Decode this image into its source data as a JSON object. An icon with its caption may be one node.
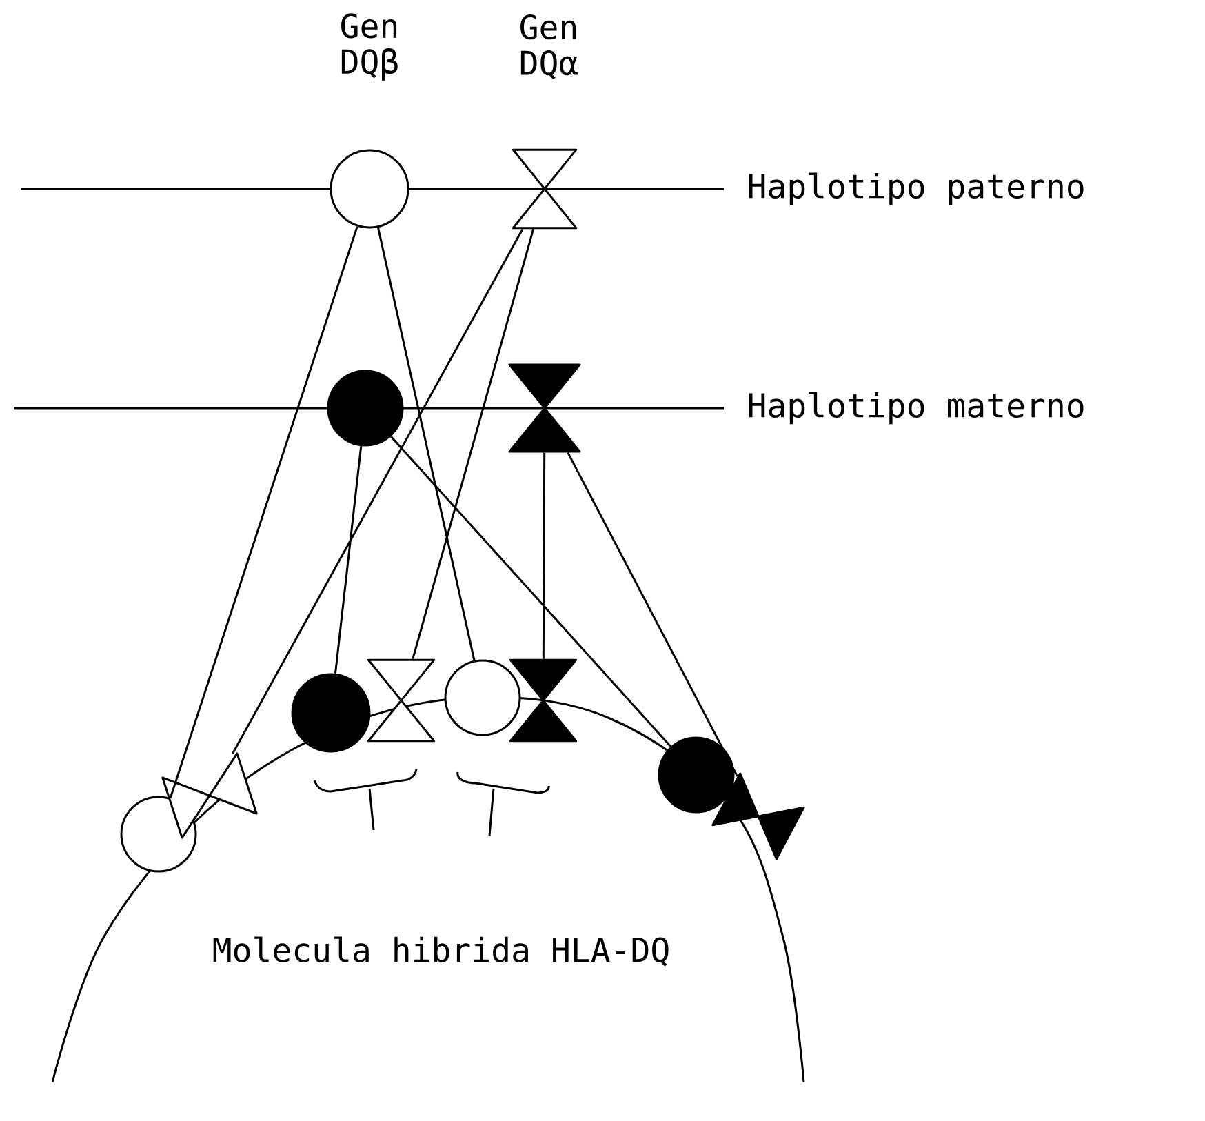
{
  "diagram": {
    "nodes": [
      {
        "text": [],
        "shape": "circle"
      },
      {
        "text": [],
        "shape": "bowtie"
      },
      {
        "text": [],
        "shape": "circle"
      },
      {
        "text": [],
        "shape": "bowtie"
      },
      {
        "text": [],
        "shape": "circle"
      },
      {
        "text": [],
        "shape": "bowtie"
      },
      {
        "text": [],
        "shape": "circle"
      },
      {
        "text": [],
        "shape": "bowtie"
      },
      {
        "text": [],
        "shape": "circle"
      },
      {
        "text": [],
        "shape": "bowtie"
      },
      {
        "text": [],
        "shape": "circle"
      },
      {
        "text": [],
        "shape": "bowtie"
      }
    ],
    "edges": [
      {
        "from": 0,
        "to": 4,
        "arrow": "none"
      },
      {
        "from": 0,
        "to": 8,
        "arrow": "none"
      },
      {
        "from": 1,
        "to": 5,
        "arrow": "none"
      },
      {
        "from": 1,
        "to": 7,
        "arrow": "none"
      },
      {
        "from": 2,
        "to": 6,
        "arrow": "none"
      },
      {
        "from": 2,
        "to": 10,
        "arrow": "none"
      },
      {
        "from": 3,
        "to": 9,
        "arrow": "none"
      },
      {
        "from": 3,
        "to": 11,
        "arrow": "none"
      }
    ],
    "labels": [
      "Gen DQβ",
      "Gen DQα",
      "Haplotipo paterno",
      "Haplotipo materno",
      "Molecula hibrida HLA-DQ"
    ]
  }
}
